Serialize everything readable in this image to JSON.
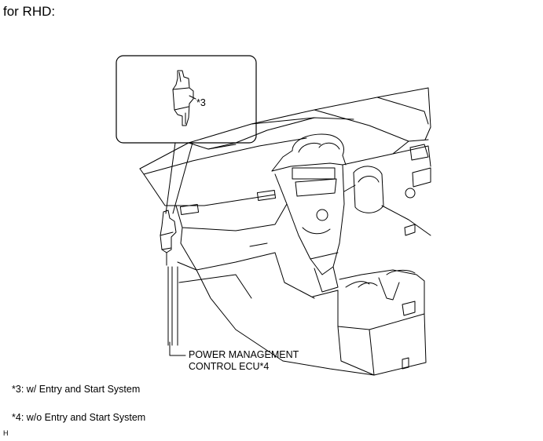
{
  "heading": "for RHD:",
  "callouts": {
    "inset_marker": "*3",
    "ecu_line1": "POWER MANAGEMENT",
    "ecu_line2": "CONTROL ECU*4"
  },
  "notes": [
    "*3: w/ Entry and Start System",
    "*4: w/o Entry and Start System"
  ],
  "figure_code": "H",
  "colors": {
    "line": "#000000",
    "background": "#ffffff"
  }
}
